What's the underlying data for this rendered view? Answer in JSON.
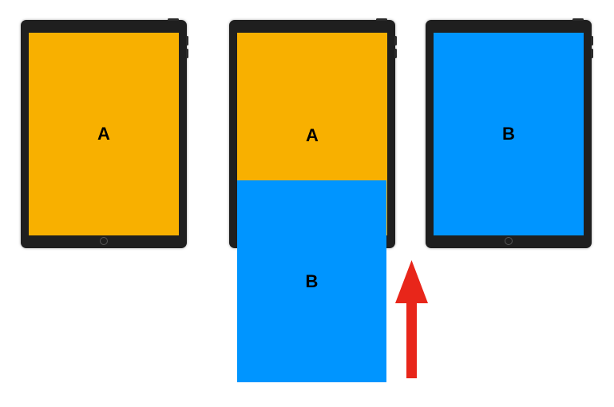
{
  "colors": {
    "screen_a": "#F8B000",
    "screen_b": "#0095FF",
    "tablet_frame": "#1F1F1F",
    "arrow": "#E8261A"
  },
  "step1": {
    "screen_label": "A"
  },
  "step2": {
    "top_label": "A",
    "bottom_label": "B"
  },
  "step3": {
    "screen_label": "B"
  },
  "arrow": {
    "direction": "up",
    "icon": "arrow-up-icon"
  }
}
